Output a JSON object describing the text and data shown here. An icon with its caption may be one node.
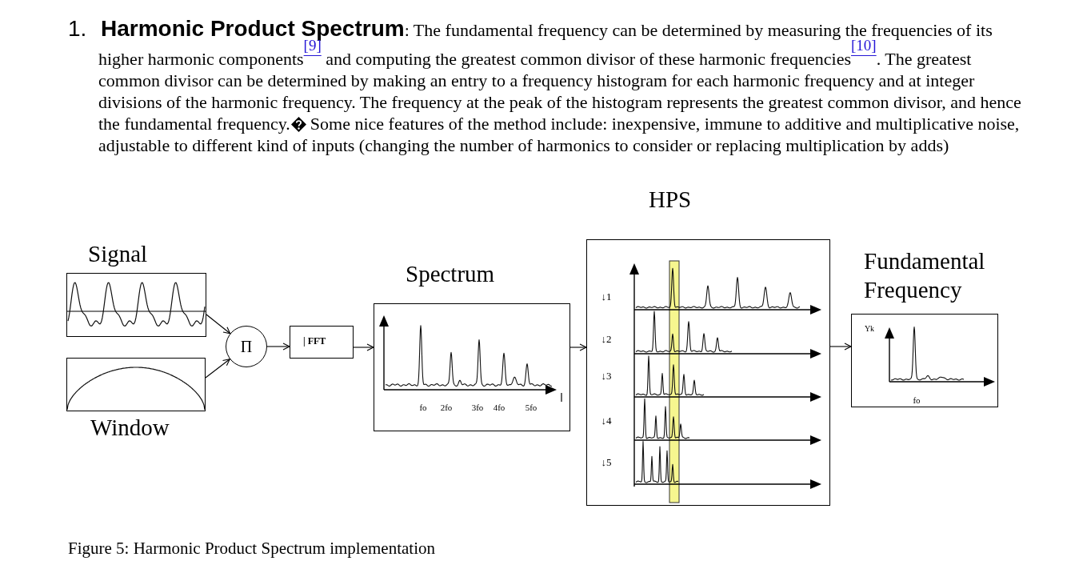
{
  "diagram": {
    "caption": "Figure 5: Harmonic Product Spectrum implementation",
    "nodes": [
      {
        "text": [
          "Signal"
        ]
      },
      {
        "text": [
          "Window"
        ]
      },
      {
        "text": [
          "Π"
        ]
      },
      {
        "text": [
          "| FFT"
        ]
      },
      {
        "text": [
          "Spectrum",
          "fo",
          "2fo",
          "3fo",
          "4fo",
          "5fo"
        ]
      },
      {
        "text": [
          "HPS",
          "↓1",
          "↓2",
          "↓3",
          "↓4",
          "↓5"
        ]
      },
      {
        "text": [
          "Fundamental Frequency",
          "Yk",
          "fo"
        ]
      }
    ],
    "edges": [
      {
        "from": 0,
        "to": 2,
        "arrow": "to"
      },
      {
        "from": 1,
        "to": 2,
        "arrow": "to"
      },
      {
        "from": 2,
        "to": 3,
        "arrow": "to"
      },
      {
        "from": 3,
        "to": 4,
        "arrow": "to"
      },
      {
        "from": 4,
        "to": 5,
        "arrow": "to"
      },
      {
        "from": 5,
        "to": 6,
        "arrow": "to"
      }
    ],
    "labels": [
      "1.",
      "**Harmonic Product Spectrum**: The fundamental frequency can be determined by measuring the frequencies of its higher harmonic components$^{[9]}$ and computing the greatest common divisor of these harmonic frequencies$^{[10]}$. The greatest common divisor can be determined by making an entry to a frequency histogram for each harmonic frequency and at integer divisions of the harmonic frequency. The frequency at the peak of the histogram represents the greatest common divisor, and hence the fundamental frequency.",
      "Some nice features of the method include: inexpensive, immune to additive and multiplicative noise, adjustable to different kind of inputs (changing the number of harmonics to consider or replacing multiplication by adds)"
    ]
  }
}
